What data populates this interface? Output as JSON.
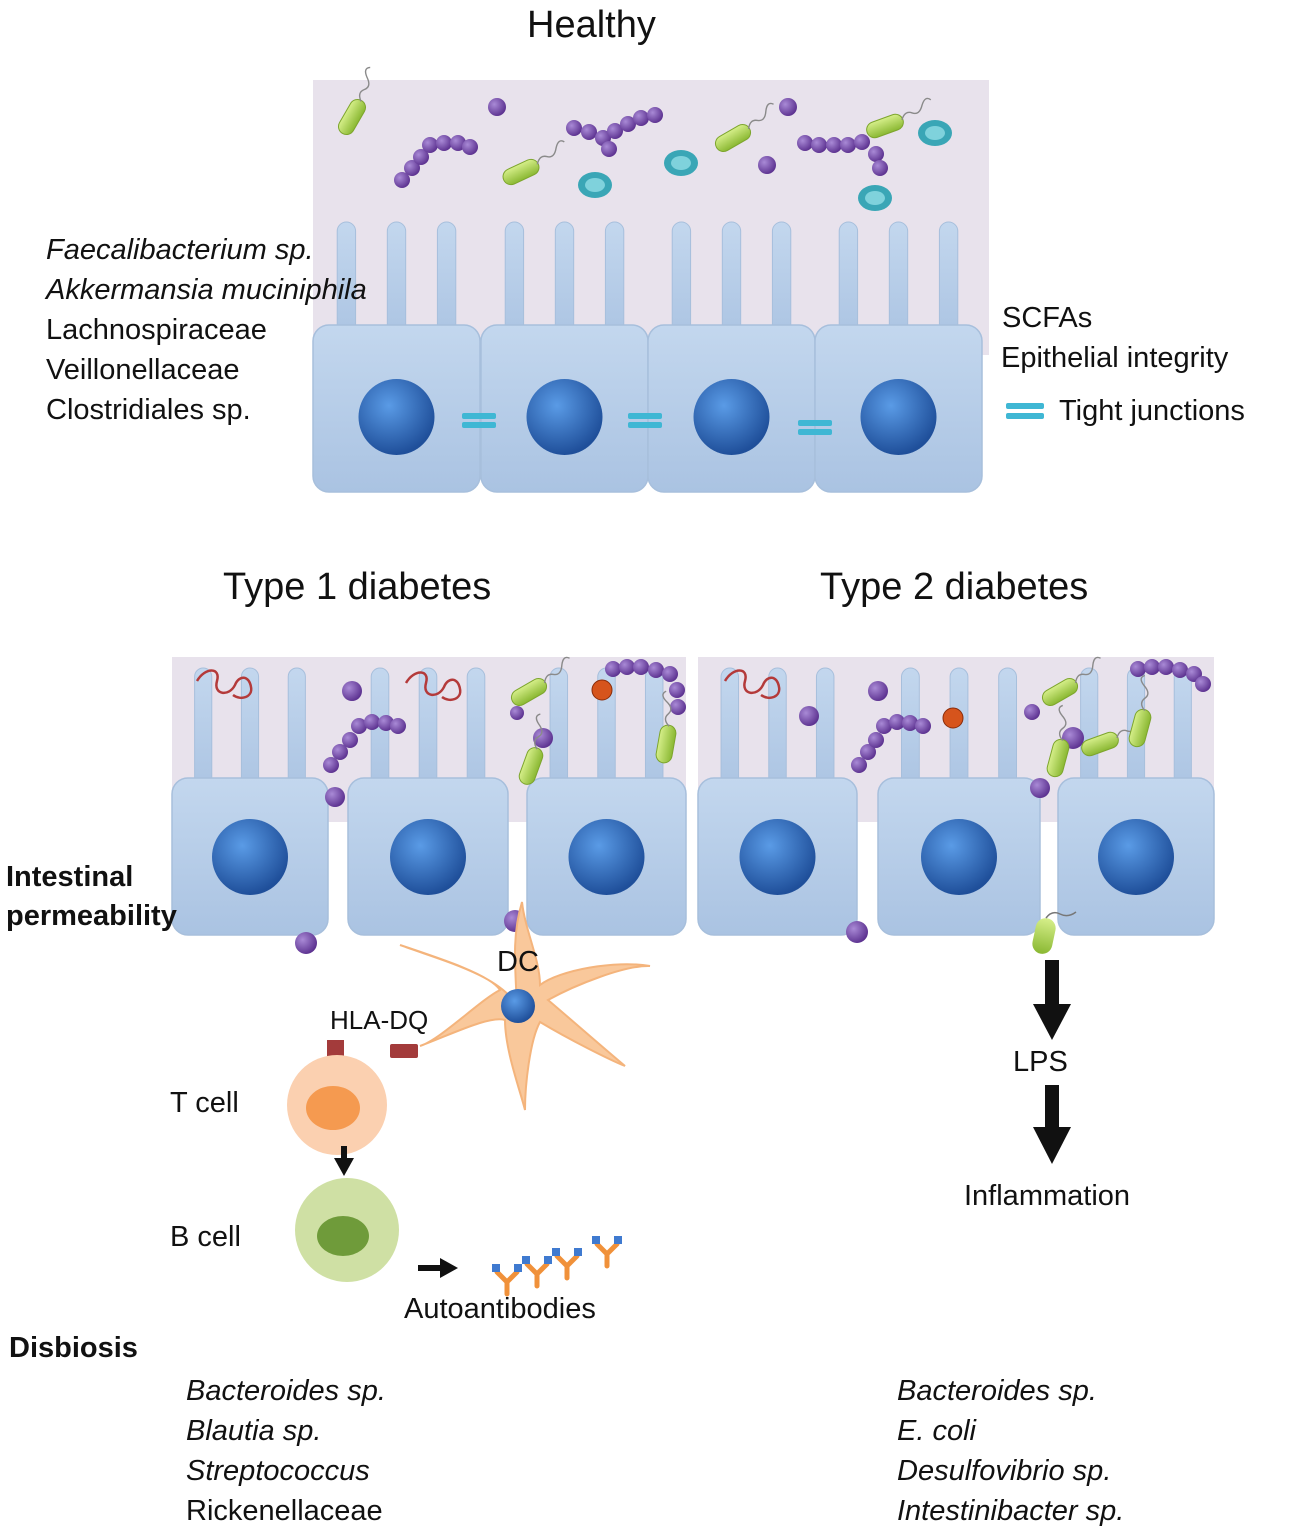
{
  "healthy": {
    "title": "Healthy",
    "taxa": [
      {
        "name": "Faecalibacterium sp.",
        "italic": true
      },
      {
        "name": "Akkermansia muciniphila",
        "italic": true
      },
      {
        "name": "Lachnospiraceae",
        "italic": false
      },
      {
        "name": "Veillonellaceae",
        "italic": false
      },
      {
        "name": "Clostridiales sp.",
        "italic": false
      }
    ],
    "effects": [
      "SCFAs",
      "Epithelial integrity"
    ],
    "tight_junctions_label": "Tight junctions"
  },
  "type1": {
    "title": "Type 1 diabetes",
    "permeability_label": "Intestinal permeability",
    "dc_label": "DC",
    "hla_label": "HLA-DQ",
    "tcell_label": "T cell",
    "bcell_label": "B cell",
    "autoantibodies_label": "Autoantibodies",
    "dysbiosis_label": "Disbiosis",
    "taxa": [
      {
        "name": "Bacteroides sp.",
        "italic": true
      },
      {
        "name": "Blautia sp.",
        "italic": true
      },
      {
        "name": "Streptococcus",
        "italic": true
      },
      {
        "name": "Rickenellaceae",
        "italic": false
      }
    ]
  },
  "type2": {
    "title": "Type 2 diabetes",
    "lps_label": "LPS",
    "inflammation_label": "Inflammation",
    "taxa": [
      {
        "name": "Bacteroides sp.",
        "italic": true
      },
      {
        "name": "E. coli",
        "italic": true
      },
      {
        "name": "Desulfovibrio sp.",
        "italic": true
      },
      {
        "name": "Intestinibacter sp.",
        "italic": true
      }
    ]
  },
  "colors": {
    "lumen": "#e8e2ec",
    "cell": "#b9cfe8",
    "nucleus": "#2f6fc0",
    "bacteria_purple": "#7a4fae",
    "bacteria_green": "#a8d24a",
    "bacteria_teal": "#3aa6b6",
    "dc": "#f9c89b",
    "tcell": "#fbd0b0",
    "bcell": "#cfe0a4",
    "hla": "#a33b3b"
  }
}
